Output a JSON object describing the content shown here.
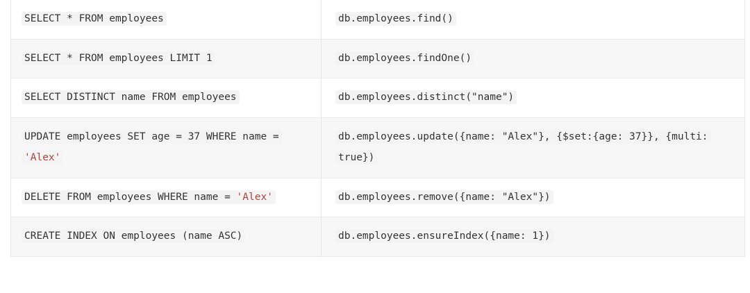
{
  "table": {
    "columns": [
      {
        "key": "sql",
        "name": "sql-column"
      },
      {
        "key": "mongo",
        "name": "mongodb-column"
      }
    ],
    "colors": {
      "row_background": "#ffffff",
      "row_background_alt": "#f7f7f7",
      "code_background": "#f4f4f4",
      "code_text": "#333333",
      "string_literal": "#a94442",
      "border": "#e6e6e6"
    },
    "rows": [
      {
        "sql": "SELECT * FROM employees",
        "mongo": "db.employees.find()"
      },
      {
        "sql": "SELECT * FROM employees LIMIT 1",
        "mongo": "db.employees.findOne()"
      },
      {
        "sql": "SELECT DISTINCT name FROM employees",
        "mongo": "db.employees.distinct(\"name\")"
      },
      {
        "sql_prefix": "UPDATE employees SET age = 37 WHERE name = ",
        "sql_string": "'Alex'",
        "sql": "UPDATE employees SET age = 37 WHERE name = 'Alex'",
        "mongo": "db.employees.update({name: \"Alex\"}, {$set:{age: 37}}, {multi: true})"
      },
      {
        "sql_prefix": "DELETE FROM employees WHERE name = ",
        "sql_string": "'Alex'",
        "sql": "DELETE FROM employees WHERE name = 'Alex'",
        "mongo": "db.employees.remove({name: \"Alex\"})"
      },
      {
        "sql": "CREATE INDEX ON employees (name ASC)",
        "mongo": "db.employees.ensureIndex({name: 1})"
      }
    ]
  }
}
